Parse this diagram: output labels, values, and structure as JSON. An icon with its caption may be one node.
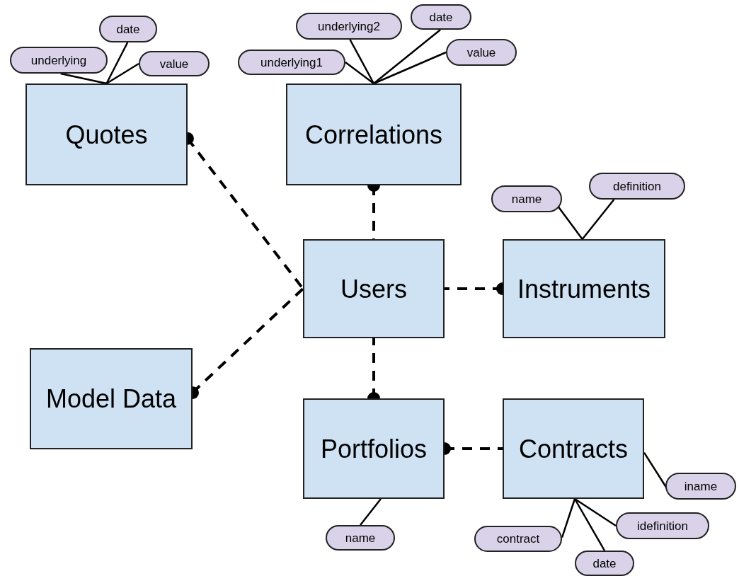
{
  "diagram": {
    "nodes": [
      {
        "text": [
          "date"
        ]
      },
      {
        "text": [
          "underlying"
        ]
      },
      {
        "text": [
          "value"
        ]
      },
      {
        "text": [
          "date"
        ]
      },
      {
        "text": [
          "underlying2"
        ]
      },
      {
        "text": [
          "underlying1"
        ]
      },
      {
        "text": [
          "value"
        ]
      },
      {
        "text": [
          "Quotes"
        ]
      },
      {
        "text": [
          "Correlations"
        ]
      },
      {
        "text": [
          "definition"
        ]
      },
      {
        "text": [
          "name"
        ]
      },
      {
        "text": [
          "Users"
        ]
      },
      {
        "text": [
          "Instruments"
        ]
      },
      {
        "text": [
          "Model Data"
        ]
      },
      {
        "text": [
          "Portfolios"
        ]
      },
      {
        "text": [
          "Contracts"
        ]
      },
      {
        "text": [
          "iname"
        ]
      },
      {
        "text": [
          "idefinition"
        ]
      },
      {
        "text": [
          "name"
        ]
      },
      {
        "text": [
          "contract"
        ]
      },
      {
        "text": [
          "date"
        ]
      }
    ],
    "edges": [
      {
        "from": 1,
        "to": 7,
        "arrow": "none"
      },
      {
        "from": 0,
        "to": 7,
        "arrow": "none"
      },
      {
        "from": 2,
        "to": 7,
        "arrow": "none"
      },
      {
        "from": 5,
        "to": 8,
        "arrow": "none"
      },
      {
        "from": 4,
        "to": 8,
        "arrow": "none"
      },
      {
        "from": 3,
        "to": 8,
        "arrow": "none"
      },
      {
        "from": 6,
        "to": 8,
        "arrow": "none"
      },
      {
        "from": 10,
        "to": 12,
        "arrow": "none"
      },
      {
        "from": 9,
        "to": 12,
        "arrow": "none"
      },
      {
        "from": 18,
        "to": 14,
        "arrow": "none"
      },
      {
        "from": 16,
        "to": 15,
        "arrow": "none"
      },
      {
        "from": 17,
        "to": 15,
        "arrow": "none"
      },
      {
        "from": 19,
        "to": 15,
        "arrow": "none"
      },
      {
        "from": 20,
        "to": 15,
        "arrow": "none"
      },
      {
        "from": 7,
        "to": 11,
        "arrow": "other",
        "style": "dashed"
      },
      {
        "from": 13,
        "to": 11,
        "arrow": "other",
        "style": "dashed"
      },
      {
        "from": 8,
        "to": 11,
        "arrow": "other",
        "style": "dashed"
      },
      {
        "from": 12,
        "to": 11,
        "arrow": "other",
        "style": "dashed"
      },
      {
        "from": 14,
        "to": 11,
        "arrow": "other",
        "style": "dashed"
      },
      {
        "from": 14,
        "to": 15,
        "arrow": "other",
        "style": "dashed"
      }
    ]
  }
}
